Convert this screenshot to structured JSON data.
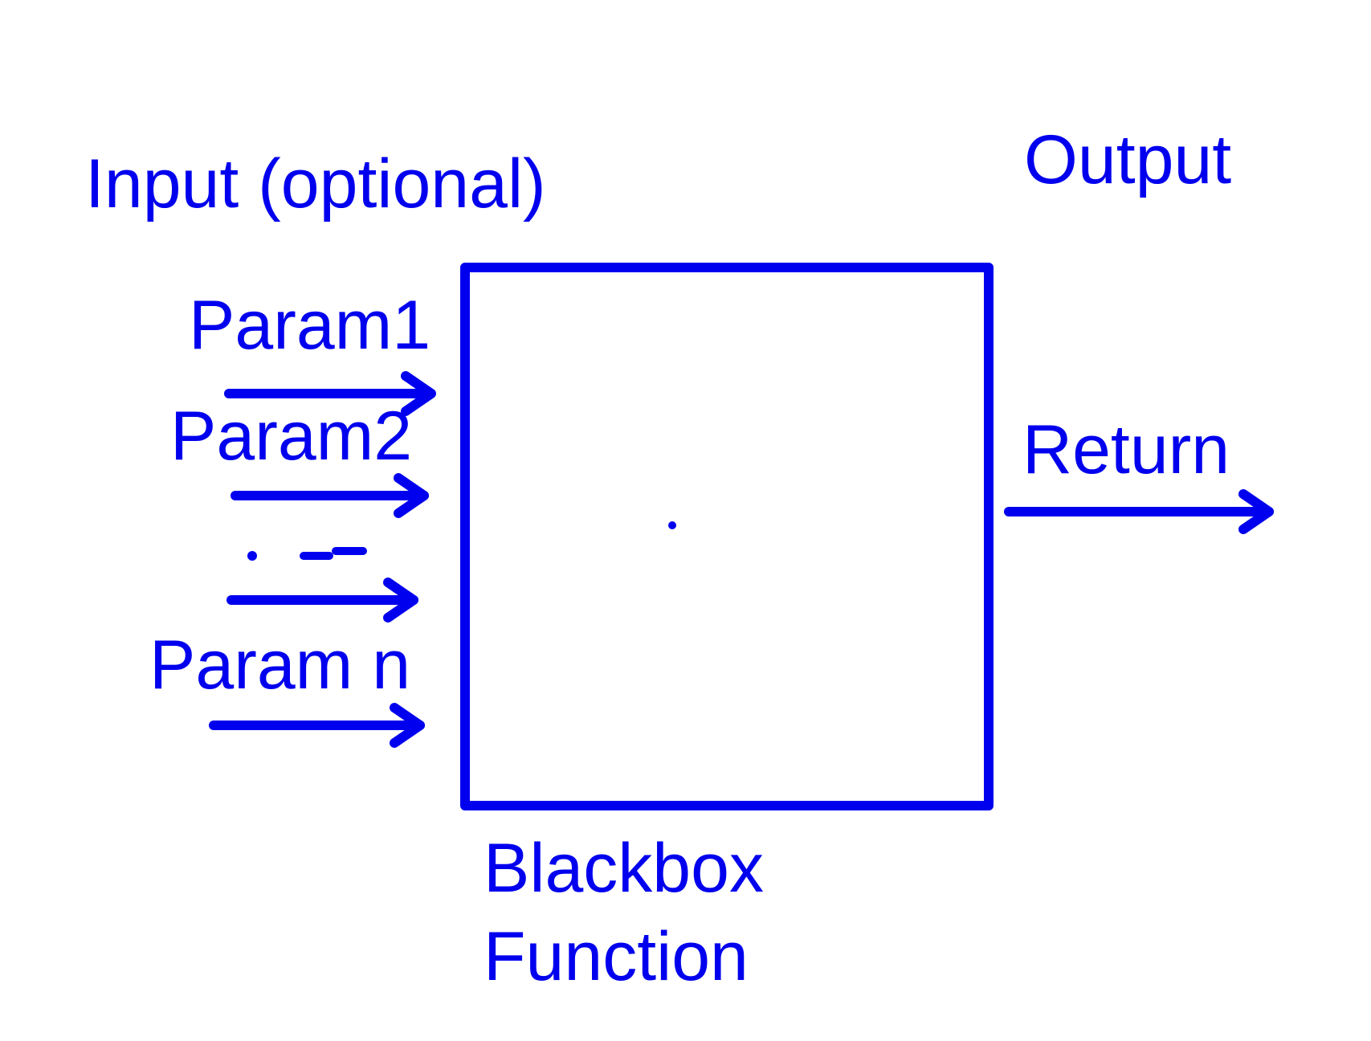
{
  "diagram": {
    "input_heading": "Input (optional)",
    "output_heading": "Output",
    "params": [
      "Param1",
      "Param2",
      "Param n"
    ],
    "return_label": "Return",
    "box_label_line1": "Blackbox",
    "box_label_line2": "Function",
    "color": "#0000ee"
  }
}
